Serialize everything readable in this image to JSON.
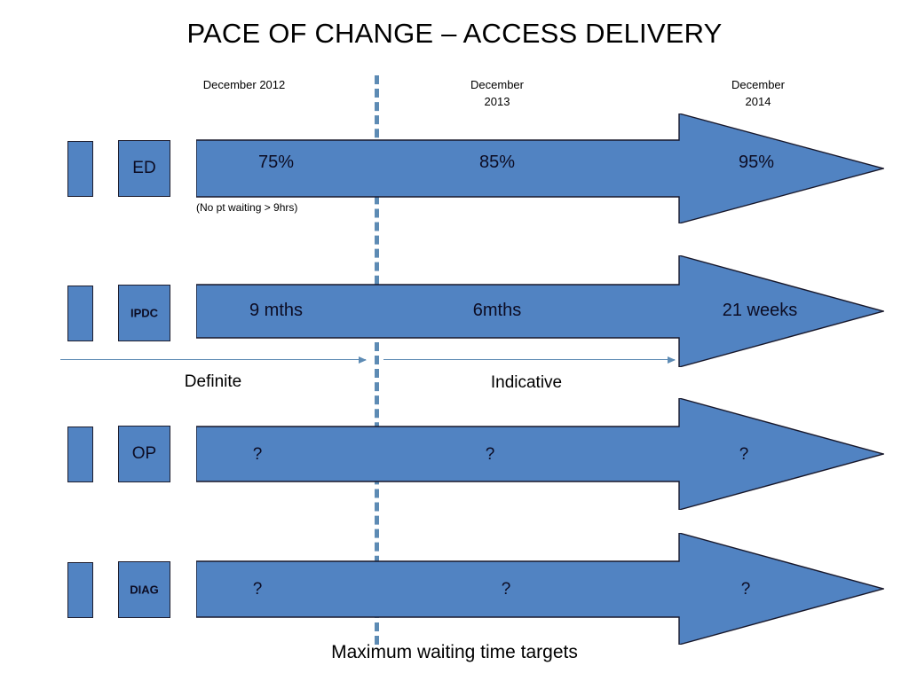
{
  "slide": {
    "title": "PACE OF CHANGE – ACCESS DELIVERY",
    "footer_caption": "Maximum waiting time targets",
    "accent_blue": "#5183c2",
    "line_blue": "#5d8bb4",
    "outline": "#18182b",
    "background": "#ffffff"
  },
  "columns": [
    {
      "label": "December 2012"
    },
    {
      "label": "December\n2013",
      "line1": "December",
      "line2": "2013"
    },
    {
      "label": "December\n2014",
      "line1": "December",
      "line2": "2014"
    }
  ],
  "rows": [
    {
      "tag": "ED",
      "tag_size": "big",
      "values": [
        "75%",
        "85%",
        "95%"
      ],
      "note": "(No pt waiting > 9hrs)"
    },
    {
      "tag": "IPDC",
      "tag_size": "small",
      "values": [
        "9 mths",
        "6mths",
        "21 weeks"
      ],
      "note": ""
    },
    {
      "tag": "OP",
      "tag_size": "big",
      "values": [
        "?",
        "?",
        "?"
      ],
      "note": ""
    },
    {
      "tag": "DIAG",
      "tag_size": "small",
      "values": [
        "?",
        "?",
        "?"
      ],
      "note": ""
    }
  ],
  "bands": [
    {
      "label": "Definite"
    },
    {
      "label": "Indicative"
    }
  ]
}
